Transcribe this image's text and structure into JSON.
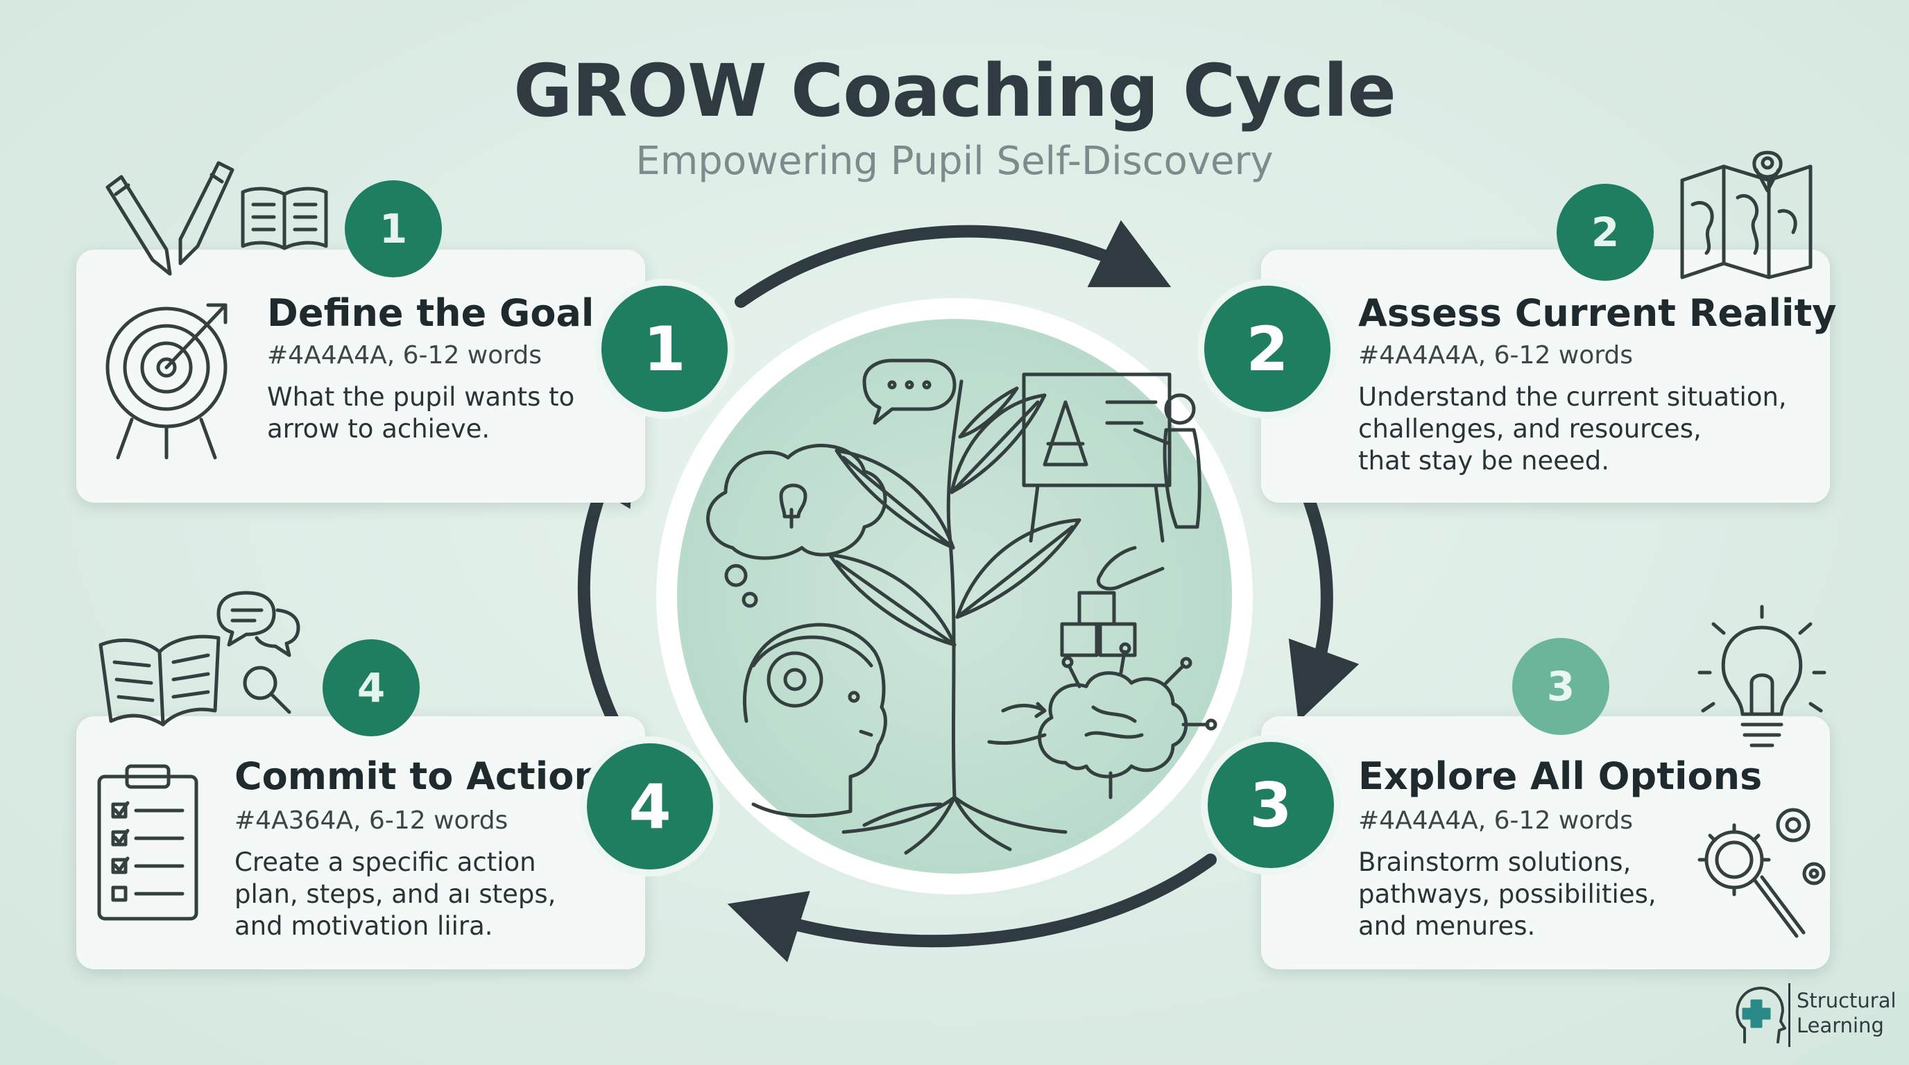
{
  "title": "GROW Coaching Cycle",
  "subtitle": "Empowering Pupil Self-Discovery",
  "steps": [
    {
      "number": "1",
      "heading": "Define the Goal",
      "meta": "#4A4A4A, 6-12 words",
      "desc_lines": [
        "What the pupil wants to",
        "arrow to achieve."
      ]
    },
    {
      "number": "2",
      "heading": "Assess Current Reality",
      "meta": "#4A4A4A, 6-12 words",
      "desc_lines": [
        "Understand the current situation,",
        "challenges, and resources,",
        "that stay be neeed."
      ]
    },
    {
      "number": "3",
      "heading": "Explore All Options",
      "meta": "#4A4A4A, 6-12 words",
      "desc_lines": [
        "Brainstorm solutions,",
        "pathways, possibilities,",
        "and menures."
      ]
    },
    {
      "number": "4",
      "heading": "Commit to Action",
      "meta": "#4A364A, 6-12 words",
      "desc_lines": [
        "Create a specific action",
        "plan, steps, and aı steps,",
        "and motivation liira."
      ]
    }
  ],
  "brand": {
    "line1": "Structural",
    "line2": "Learning"
  },
  "icons": {
    "step1": [
      "pencil-icon",
      "book-icon",
      "target-arrow-icon"
    ],
    "step2": [
      "map-pin-icon"
    ],
    "step3": [
      "lightbulb-icon",
      "gears-magnifier-icon"
    ],
    "step4": [
      "open-book-icon",
      "chat-bubbles-icon",
      "magnifier-icon",
      "clipboard-checklist-icon"
    ],
    "center": [
      "growing-plant-icon",
      "child-thinking-icon",
      "thought-bubble-icon",
      "teacher-board-icon",
      "brain-icon",
      "building-blocks-icon"
    ]
  },
  "colors": {
    "accent": "#1f7d62",
    "accent_light": "#6bb59b",
    "arrow": "#2f3b40",
    "background": "#dcece5"
  }
}
